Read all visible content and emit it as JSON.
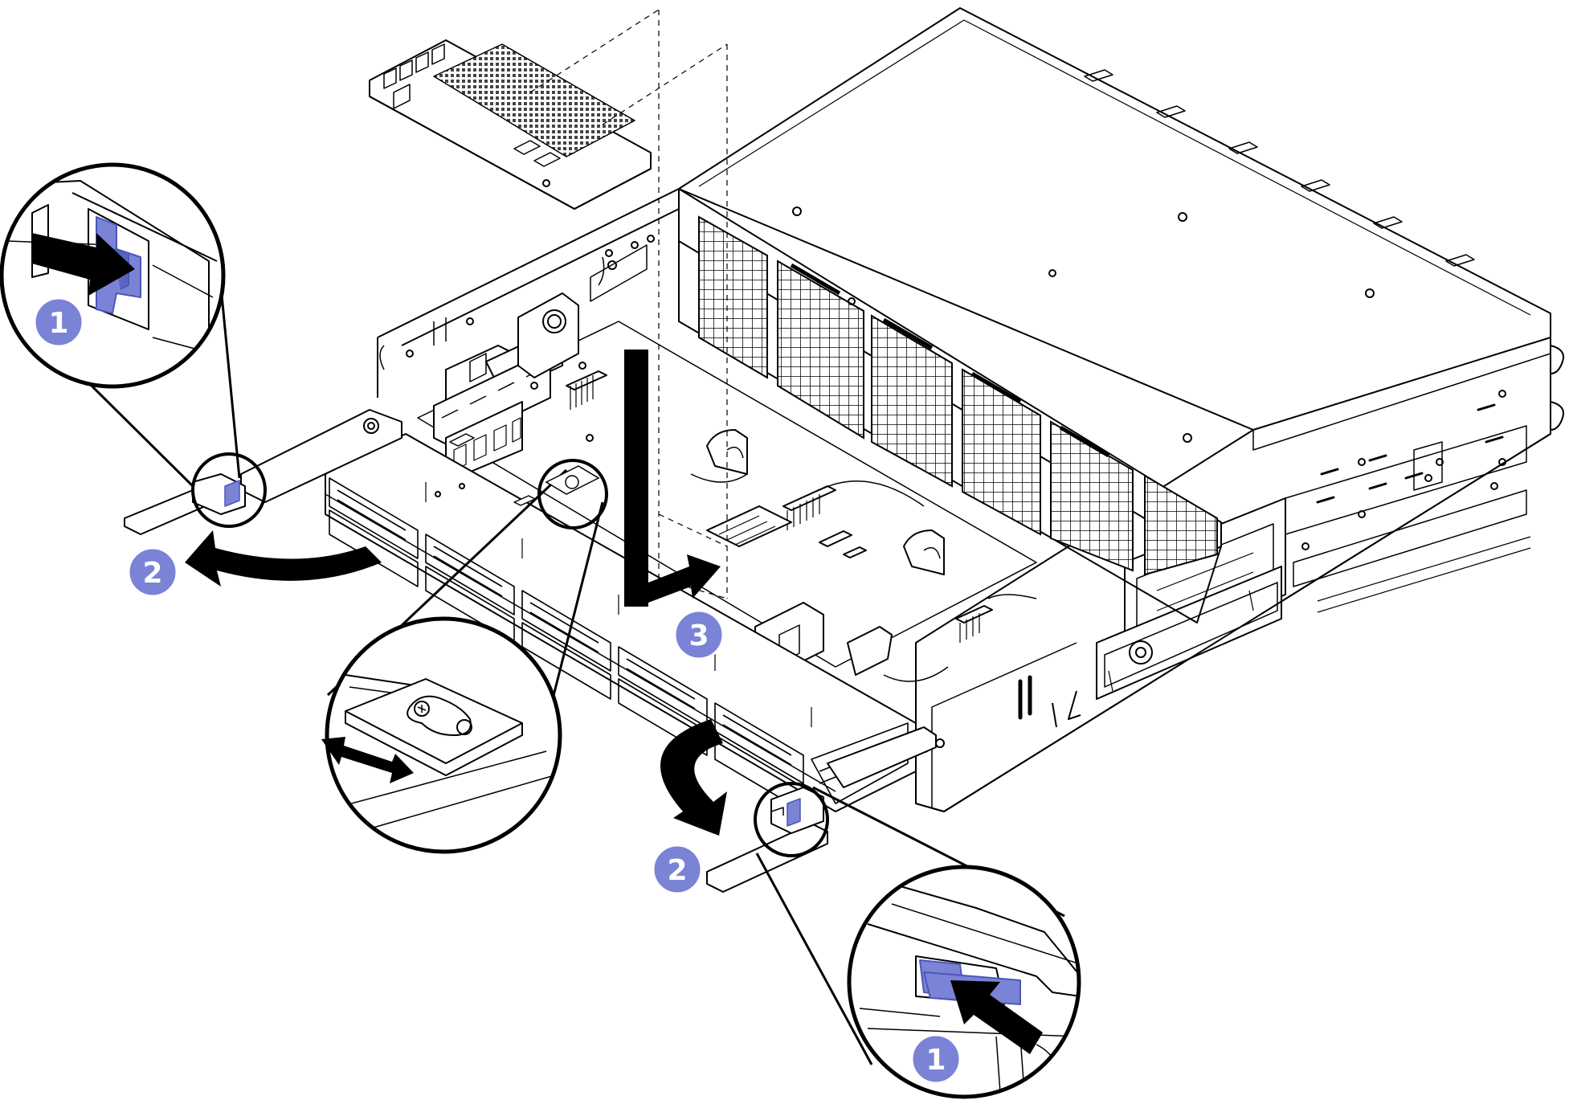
{
  "callouts": [
    {
      "id": "step1-top",
      "label": "1"
    },
    {
      "id": "step2-left",
      "label": "2"
    },
    {
      "id": "step3",
      "label": "3"
    },
    {
      "id": "step2-bottom",
      "label": "2"
    },
    {
      "id": "step1-bottom",
      "label": "1"
    }
  ],
  "colors": {
    "line": "#000000",
    "accent": "#7b83d6",
    "accent_dark": "#4c56b8",
    "callout_fill": "#7b83d6",
    "callout_text": "#ffffff",
    "background": "#ffffff"
  },
  "icons": {
    "arrow": "arrow-icon",
    "curved_arrow": "curved-arrow-icon",
    "double_arrow": "double-arrow-icon"
  }
}
